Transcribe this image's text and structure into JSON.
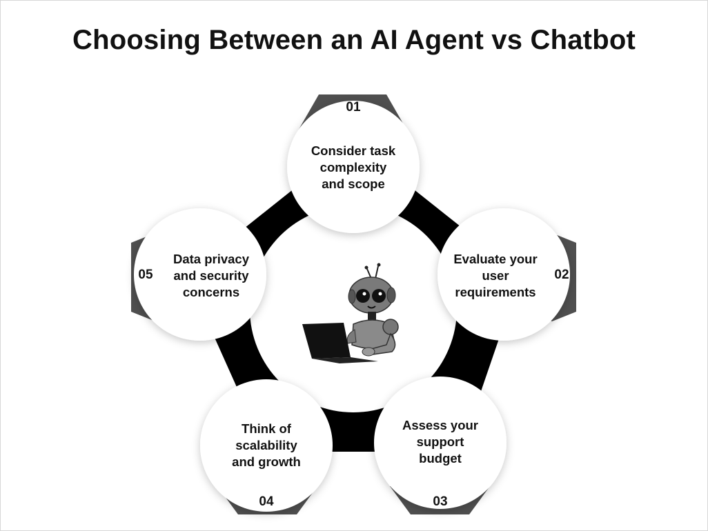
{
  "title": "Choosing Between an AI Agent vs Chatbot",
  "colors": {
    "background": "#ffffff",
    "shape_black": "#000000",
    "tab_gray": "#4f4f4f",
    "circle_fill": "#ffffff",
    "text": "#111111"
  },
  "center_illustration": "robot-with-laptop",
  "steps": [
    {
      "number": "01",
      "lines": [
        "Consider task",
        "complexity",
        "and scope"
      ]
    },
    {
      "number": "02",
      "lines": [
        "Evaluate your",
        "user",
        "requirements"
      ]
    },
    {
      "number": "03",
      "lines": [
        "Assess your",
        "support",
        "budget"
      ]
    },
    {
      "number": "04",
      "lines": [
        "Think of",
        "scalability",
        "and growth"
      ]
    },
    {
      "number": "05",
      "lines": [
        "Data privacy",
        "and security",
        "concerns"
      ]
    }
  ]
}
